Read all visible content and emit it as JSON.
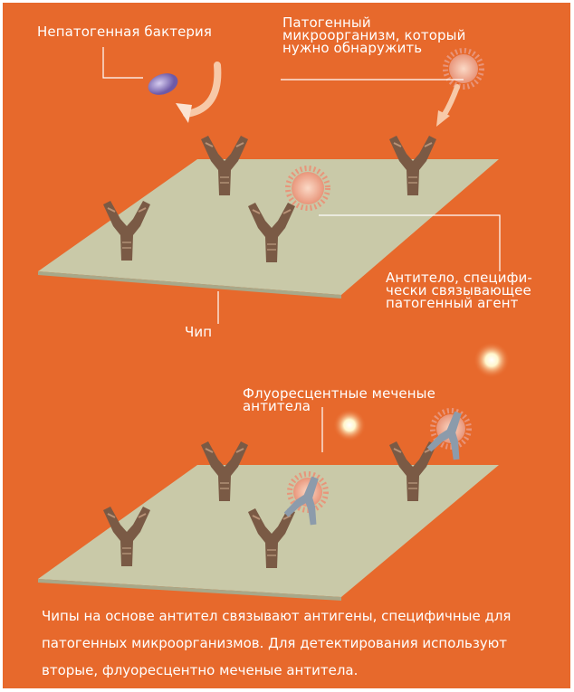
{
  "labels": {
    "nonpathogenic": "Непатогенная бактерия",
    "pathogen": "Патогенный\nмикроорганизм, который\nнужно обнаружить",
    "antibody": "Антитело, специфи-\nчески связывающее\nпатогенный агент",
    "chip": "Чип",
    "fluorescent": "Флуоресцентные  меченые\nантитела"
  },
  "caption": "Чипы на основе антител связывают антигены, специфичные для патогенных микроорганизмов. Для детектирования используют вторые, флуоресцентно меченые антитела.",
  "colors": {
    "background": "#e7692c",
    "chip": "#c9c9a8",
    "antibody": "#7a5a45",
    "pathogen": "#f2b49a",
    "bacterium": "#9a86c7",
    "labeled_antibody": "#8c9bab",
    "glow": "#fff6cc"
  }
}
